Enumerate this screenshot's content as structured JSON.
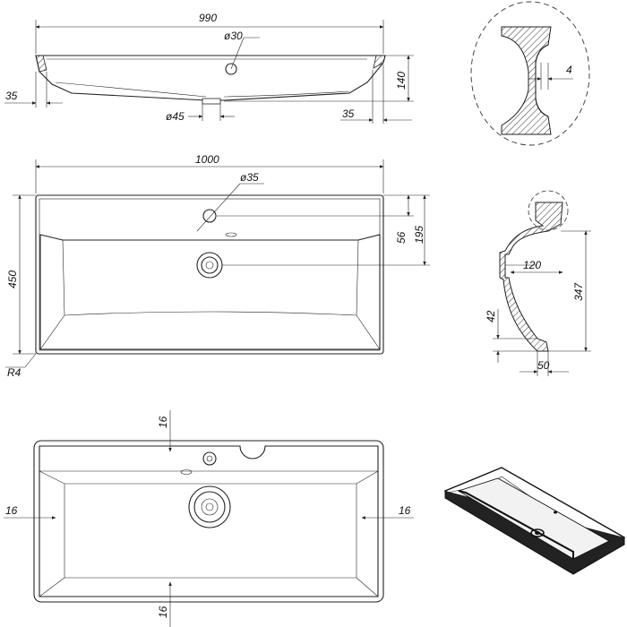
{
  "title": "Washbasin technical drawing",
  "section_view": {
    "width": "990",
    "tap_hole": "ø30",
    "left_rim": "35",
    "height": "140",
    "drain": "ø45",
    "right_rim": "35"
  },
  "detail_view": {
    "wall": "4"
  },
  "plan_view": {
    "width": "1000",
    "tap_hole": "ø35",
    "hole_offset": "56",
    "drain_offset": "195",
    "depth": "450",
    "radius": "R4"
  },
  "side_section": {
    "drain_depth": "120",
    "depth": "347",
    "rim": "42",
    "front": "50"
  },
  "bottom_view": {
    "top_margin": "16",
    "left_margin": "16",
    "right_margin": "16",
    "bottom_margin": "16"
  }
}
